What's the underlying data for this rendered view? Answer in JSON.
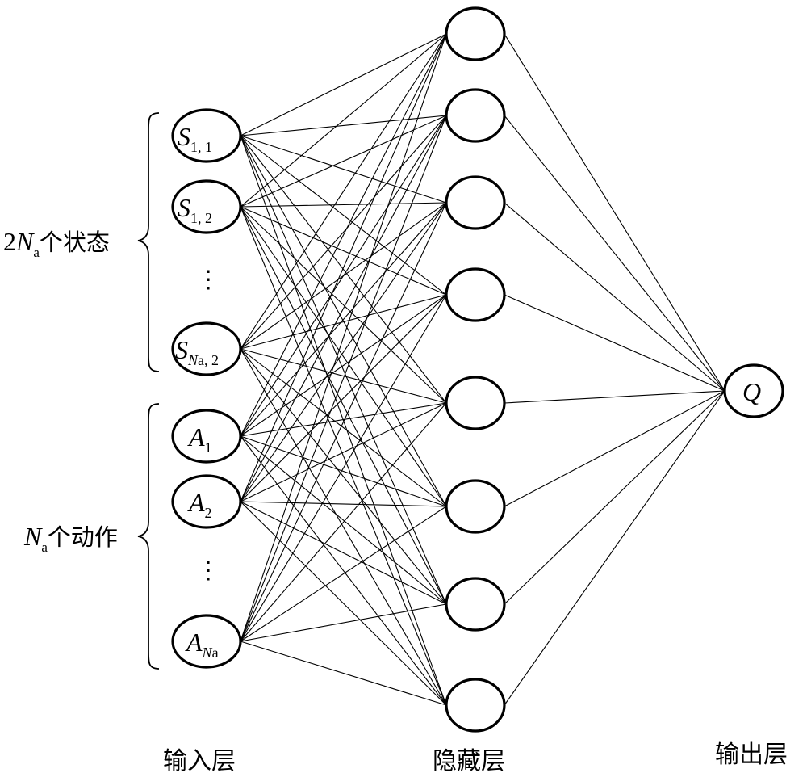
{
  "layers": {
    "input_label": "输入层",
    "hidden_label": "隐藏层",
    "output_label": "输出层"
  },
  "groups": {
    "states": {
      "prefix": "2",
      "var": "N",
      "sub": "a",
      "text": "个状态"
    },
    "actions": {
      "var": "N",
      "sub": "a",
      "text": "个动作"
    }
  },
  "input_nodes": [
    {
      "var": "S",
      "sub": "1, 1",
      "subvar": "",
      "subtail": ""
    },
    {
      "var": "S",
      "sub": "1, 2",
      "subvar": "",
      "subtail": ""
    },
    {
      "var": "S",
      "sub": "",
      "subvar": "N",
      "subtail": "a, 2"
    },
    {
      "var": "A",
      "sub": "1",
      "subvar": "",
      "subtail": ""
    },
    {
      "var": "A",
      "sub": "2",
      "subvar": "",
      "subtail": ""
    },
    {
      "var": "A",
      "sub": "",
      "subvar": "N",
      "subtail": "a"
    }
  ],
  "ellipsis": "⋮",
  "hidden_node_count": 8,
  "output_node": {
    "var": "Q"
  }
}
